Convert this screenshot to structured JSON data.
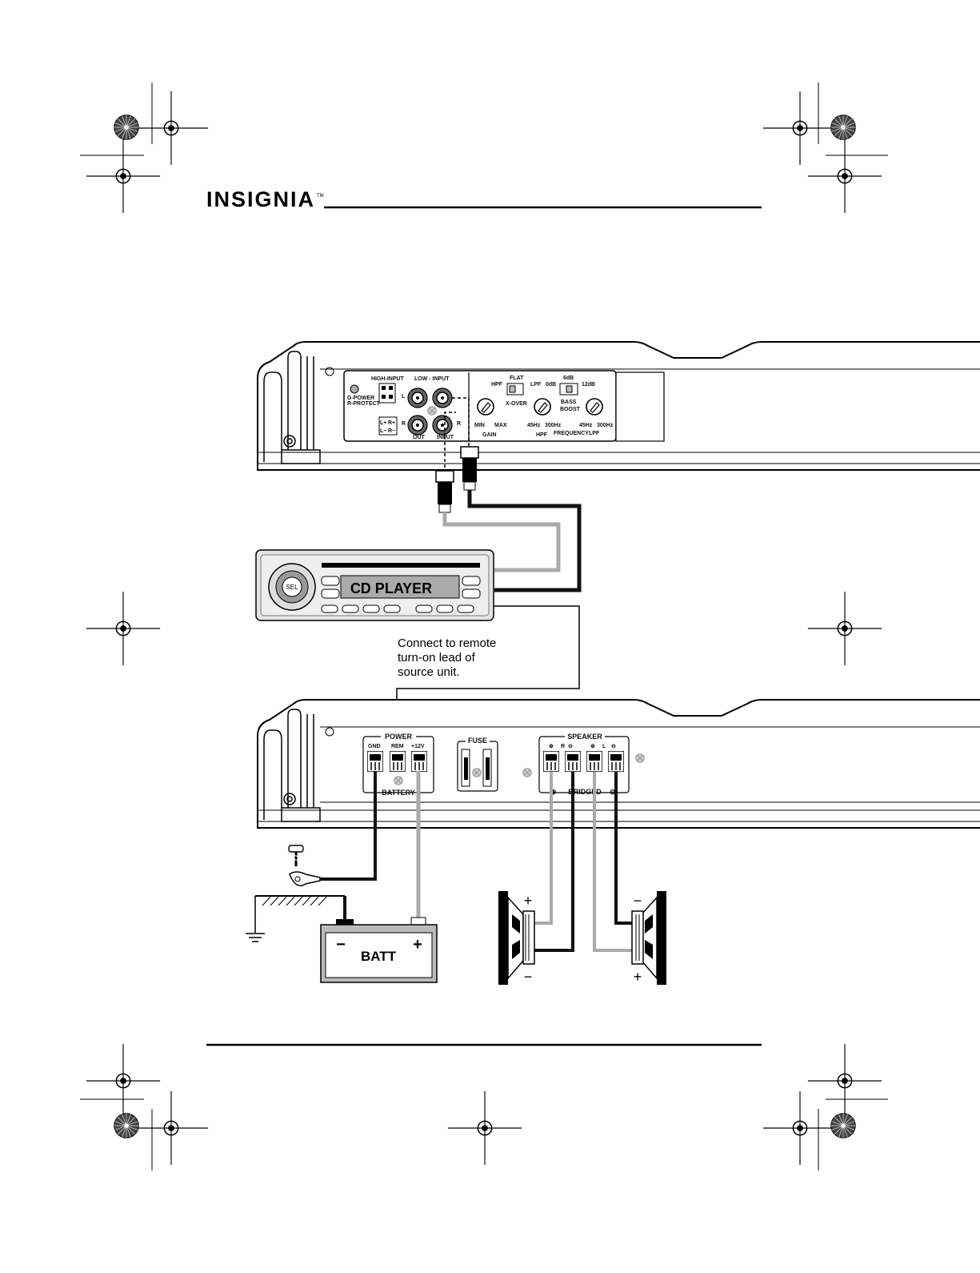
{
  "header": {
    "brand": "INSIGNIA",
    "trademark": "TM"
  },
  "amp_top": {
    "high_input": "HIGH-INPUT",
    "low_input": "LOW - INPUT",
    "g_power": "G-POWER",
    "r_protect": "R-PROTECT",
    "ch_left": "L",
    "ch_right": "R",
    "out": "OUT",
    "input": "INPUT",
    "hi_l_plus": "L+",
    "hi_l_minus": "L−",
    "hi_r_plus": "R+",
    "hi_r_minus": "R−",
    "hpf": "HPF",
    "flat": "FLAT",
    "lpf": "LPF",
    "xover": "X-OVER",
    "db0": "0dB",
    "db6": "6dB",
    "db12": "12dB",
    "bass": "BASS",
    "boost": "BOOST",
    "min": "MIN",
    "max": "MAX",
    "gain": "GAIN",
    "hz45_a": "45Hz",
    "hz300_a": "300Hz",
    "hpf2": "HPF",
    "frequency": "FREQUENCY",
    "hz45_b": "45Hz",
    "hz300_b": "300Hz",
    "lpf2": "LPF"
  },
  "cd_player": {
    "display": "CD PLAYER",
    "sel": "SEL"
  },
  "note": {
    "line1": "Connect to remote",
    "line2": "turn-on lead of",
    "line3": "source unit."
  },
  "amp_bottom": {
    "power": "POWER",
    "gnd": "GND",
    "rem": "REM",
    "v12": "+12V",
    "battery": "BATTERY",
    "fuse": "FUSE",
    "speaker": "SPEAKER",
    "r": "R",
    "l": "L",
    "bridged": "BRIDGED"
  },
  "battery": {
    "label": "BATT",
    "minus": "−",
    "plus": "+"
  },
  "speaker_left": {
    "top_sign": "+",
    "bottom_sign": "−"
  },
  "speaker_right": {
    "top_sign": "−",
    "bottom_sign": "+"
  }
}
